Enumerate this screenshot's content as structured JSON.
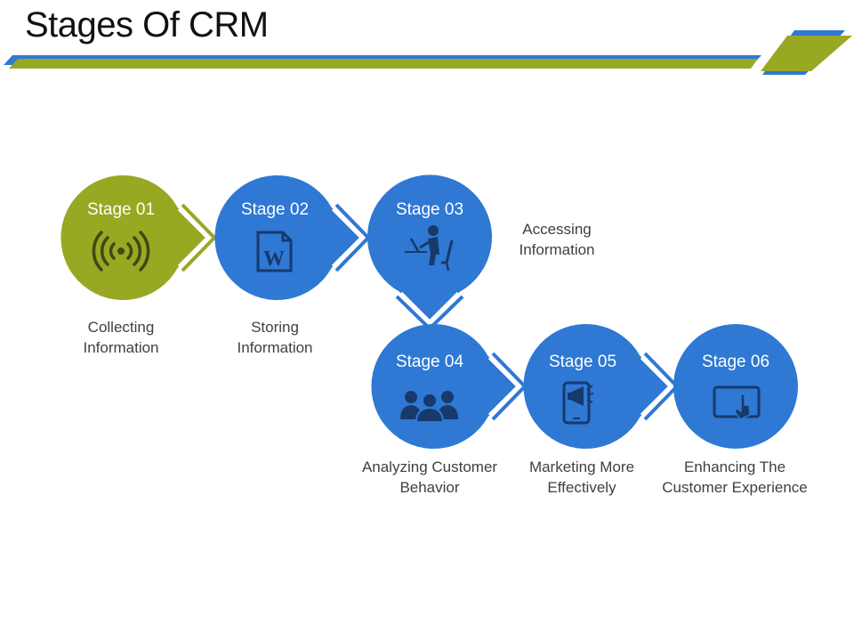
{
  "title": "Stages Of CRM",
  "colors": {
    "blue": "#2f78d4",
    "green": "#98a823",
    "dark_icon": "#173a6b",
    "dark_icon_green": "#3d4a10"
  },
  "stages": [
    {
      "label": "Stage 01",
      "caption_lines": [
        "Collecting",
        "Information"
      ],
      "icon": "wireless-signal-icon",
      "color": "green"
    },
    {
      "label": "Stage 02",
      "caption_lines": [
        "Storing",
        "Information"
      ],
      "icon": "word-document-icon",
      "color": "blue"
    },
    {
      "label": "Stage 03",
      "caption_lines": [
        "Accessing",
        "Information"
      ],
      "icon": "person-at-laptop-icon",
      "color": "blue"
    },
    {
      "label": "Stage 04",
      "caption_lines": [
        "Analyzing Customer",
        "Behavior"
      ],
      "icon": "customer-group-icon",
      "color": "blue"
    },
    {
      "label": "Stage 05",
      "caption_lines": [
        "Marketing More",
        "Effectively"
      ],
      "icon": "mobile-megaphone-icon",
      "color": "blue"
    },
    {
      "label": "Stage 06",
      "caption_lines": [
        "Enhancing The",
        "Customer Experience"
      ],
      "icon": "tablet-touch-icon",
      "color": "blue"
    }
  ]
}
